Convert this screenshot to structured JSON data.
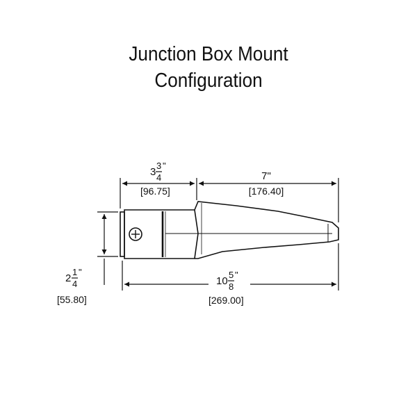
{
  "title": {
    "line1": "Junction Box Mount",
    "line2": "Configuration"
  },
  "dimensions": {
    "mount_depth": {
      "whole": "3",
      "num": "3",
      "den": "4",
      "unit": "\"",
      "metric": "[96.75]"
    },
    "arm_length": {
      "imperial": "7\"",
      "metric": "[176.40]"
    },
    "height": {
      "whole": "2",
      "num": "1",
      "den": "4",
      "unit": "\"",
      "metric": "[55.80]"
    },
    "overall_length": {
      "whole": "10",
      "num": "5",
      "den": "8",
      "unit": "\"",
      "metric": "[269.00]"
    }
  },
  "colors": {
    "line": "#111111",
    "background": "#ffffff"
  }
}
